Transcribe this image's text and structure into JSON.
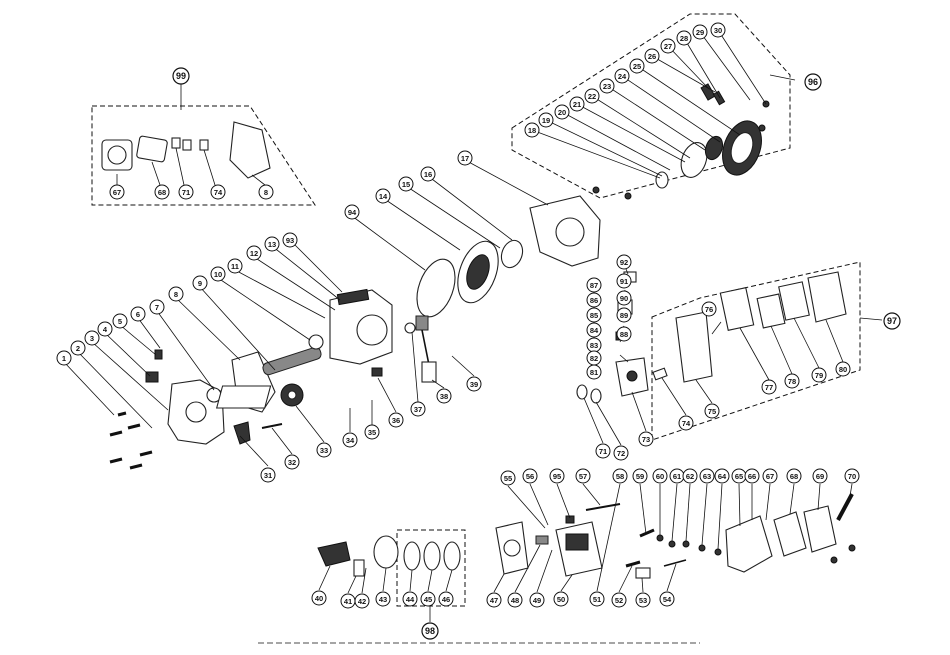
{
  "callouts": {
    "c1": "1",
    "c2": "2",
    "c3": "3",
    "c4": "4",
    "c5": "5",
    "c6": "6",
    "c7": "7",
    "c8": "8",
    "c9": "9",
    "c10": "10",
    "c11": "11",
    "c12": "12",
    "c13": "13",
    "c14": "14",
    "c15": "15",
    "c16": "16",
    "c17": "17",
    "c18": "18",
    "c19": "19",
    "c20": "20",
    "c21": "21",
    "c22": "22",
    "c23": "23",
    "c24": "24",
    "c25": "25",
    "c26": "26",
    "c27": "27",
    "c28": "28",
    "c29": "29",
    "c30": "30",
    "c31": "31",
    "c32": "32",
    "c33": "33",
    "c34": "34",
    "c35": "35",
    "c36": "36",
    "c37": "37",
    "c38": "38",
    "c39": "39",
    "c40": "40",
    "c41": "41",
    "c42": "42",
    "c43": "43",
    "c44": "44",
    "c45": "45",
    "c46": "46",
    "c47": "47",
    "c48": "48",
    "c49": "49",
    "c50": "50",
    "c51": "51",
    "c52": "52",
    "c53": "53",
    "c54": "54",
    "c55": "55",
    "c56": "56",
    "c57": "57",
    "c58": "58",
    "c59": "59",
    "c60": "60",
    "c61": "61",
    "c62": "62",
    "c63": "63",
    "c64": "64",
    "c65": "65",
    "c66": "66",
    "c67": "67",
    "c68": "68",
    "c69": "69",
    "c70": "70",
    "c71": "71",
    "c72": "72",
    "c73": "73",
    "c74": "74",
    "c75": "75",
    "c76": "76",
    "c77": "77",
    "c78": "78",
    "c79": "79",
    "c80": "80",
    "c81": "81",
    "c82": "82",
    "c83": "83",
    "c84": "84",
    "c85": "85",
    "c86": "86",
    "c87": "87",
    "c88": "88",
    "c89": "89",
    "c90": "90",
    "c91": "91",
    "c92": "92",
    "c93": "93",
    "c94": "94",
    "c95": "95",
    "c96": "96",
    "c97": "97",
    "c98": "98",
    "c99": "99",
    "k67": "67",
    "k68": "68",
    "k71": "71",
    "k74": "74",
    "k8": "8"
  },
  "groups": {
    "gasket_kit": "99",
    "recoil_starter": "96",
    "air_cleaner": "97",
    "piston_ring_set": "98"
  }
}
